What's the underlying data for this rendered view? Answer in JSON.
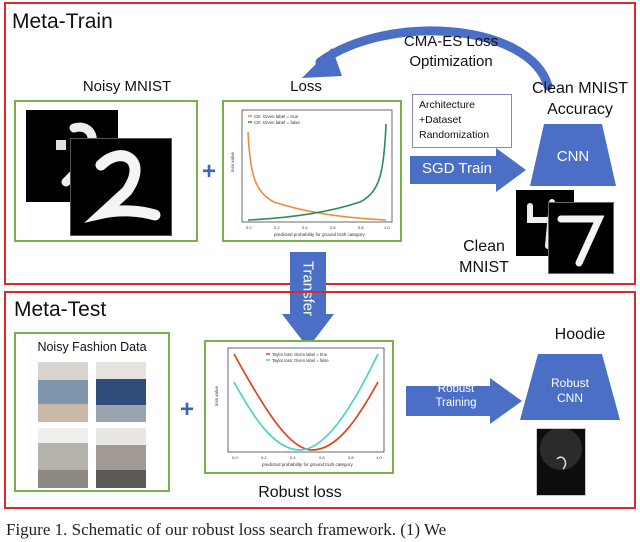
{
  "meta_train": {
    "title": "Meta-Train",
    "optimization_label_line1": "CMA-ES Loss",
    "optimization_label_line2": "Optimization",
    "noisy_label": "Noisy MNIST",
    "loss_label": "Loss",
    "clean_acc_line1": "Clean MNIST",
    "clean_acc_line2": "Accuracy",
    "randomization_lines": [
      "Architecture",
      "+Dataset",
      "Randomization"
    ],
    "sgd_label": "SGD Train",
    "cnn_label": "CNN",
    "clean_label_line1": "Clean",
    "clean_label_line2": "MNIST",
    "plot_legend": [
      "CE: Given label = true",
      "CE: Given label = false"
    ],
    "plot_xlabel": "predicted probability for ground truth category",
    "plot_ylabel": "loss value",
    "plot_xticks": [
      "0.0",
      "0.2",
      "0.4",
      "0.6",
      "0.8",
      "1.0"
    ]
  },
  "transfer_label": "Transfer",
  "meta_test": {
    "title": "Meta-Test",
    "noisy_label": "Noisy Fashion Data",
    "robust_loss_label": "Robust loss",
    "hoodie_label": "Hoodie",
    "robust_training_line1": "Robust",
    "robust_training_line2": "Training",
    "robust_cnn_line1": "Robust",
    "robust_cnn_line2": "CNN",
    "plot_legend": [
      "Taylor loss: Given label = true",
      "Taylor loss: Given label = false"
    ],
    "plot_xlabel": "predicted probability for ground truth category",
    "plot_ylabel": "loss value",
    "plot_xticks": [
      "0.0",
      "0.2",
      "0.4",
      "0.6",
      "0.8",
      "1.0"
    ]
  },
  "caption": "Figure 1. Schematic of our robust loss search framework. (1) We",
  "colors": {
    "panel_border": "#d92a2a",
    "green_border": "#79b04a",
    "arrow_blue": "#4a6fc4",
    "cnn_blue": "#4a6fc4",
    "curve_orange": "#f08a3c",
    "curve_green": "#2e8b57",
    "curve_red": "#e0421a",
    "curve_cyan": "#4fd1c5"
  },
  "icons": [
    "digit-image-icon",
    "fashion-photo-icon",
    "cnn-trapezoid-icon",
    "curved-arrow-icon"
  ]
}
